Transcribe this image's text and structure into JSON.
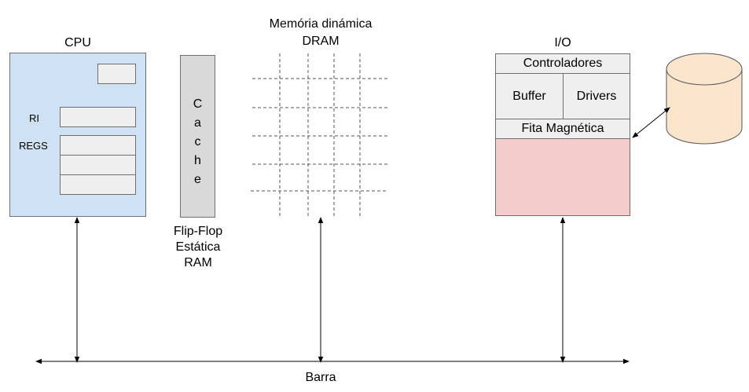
{
  "cpu": {
    "title": "CPU",
    "ri_label": "RI",
    "regs_label": "REGS",
    "fill_color": "#cfe2f3"
  },
  "cache": {
    "letters": [
      "C",
      "a",
      "c",
      "h",
      "e"
    ],
    "caption_lines": [
      "Flip-Flop",
      "Estática",
      "RAM"
    ],
    "fill_color": "#d9d9d9"
  },
  "dram": {
    "title_lines": [
      "Memória dinámica",
      "DRAM"
    ],
    "fill_color": "#d9ead3"
  },
  "io": {
    "title": "I/O",
    "controllers_label": "Controladores",
    "buffer_label": "Buffer",
    "drivers_label": "Drivers",
    "tape_label": "Fita Magnética",
    "body_color": "#f4cccc",
    "header_color": "#efefef"
  },
  "disk": {
    "fill_color": "#fce5cd",
    "icon": "cylinder-disk-icon"
  },
  "bus": {
    "label": "Barra"
  }
}
